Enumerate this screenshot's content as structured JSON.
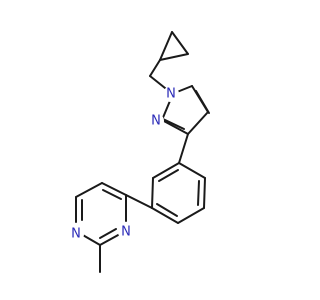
{
  "molecule": {
    "colors": {
      "bond": "#1a1a1a",
      "nitrogen": "#2a2ab8"
    },
    "atom_labels": [
      {
        "id": "n1",
        "text": "N"
      },
      {
        "id": "n2",
        "text": "N"
      },
      {
        "id": "n3",
        "text": "N"
      },
      {
        "id": "n4",
        "text": "N"
      }
    ]
  }
}
